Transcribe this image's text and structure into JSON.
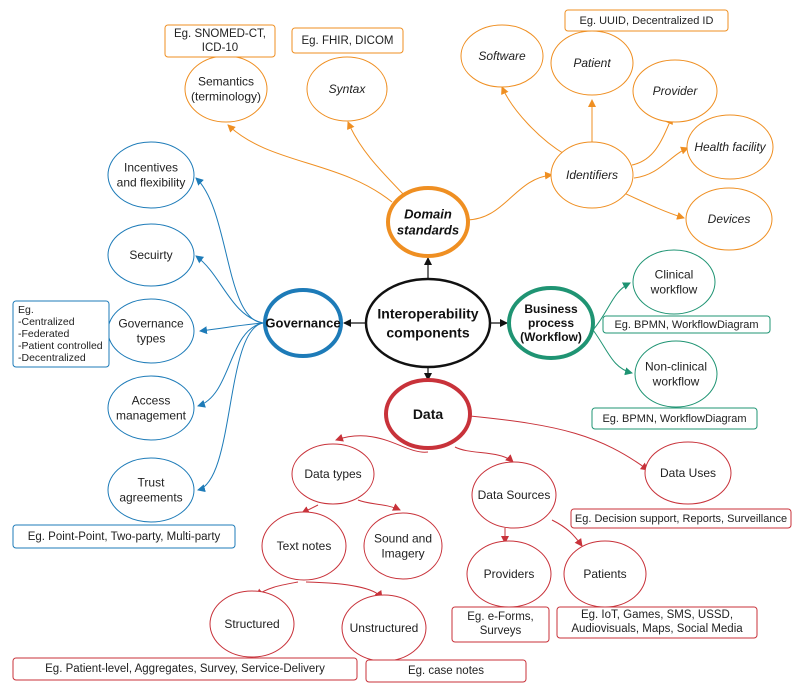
{
  "center": {
    "lines": [
      "Interoperability",
      "components"
    ]
  },
  "hubs": {
    "domain": {
      "lines": [
        "Domain",
        "standards"
      ]
    },
    "governance": {
      "lines": [
        "Governance"
      ]
    },
    "business": {
      "lines": [
        "Business",
        "process",
        "(Workflow)"
      ]
    },
    "data": {
      "lines": [
        "Data"
      ]
    }
  },
  "domain_nodes": {
    "semantics": {
      "lines": [
        "Semantics",
        "(terminology)"
      ],
      "note": [
        "Eg. SNOMED-CT,",
        "ICD-10"
      ]
    },
    "syntax": {
      "lines": [
        "Syntax"
      ],
      "note": [
        "Eg. FHIR, DICOM"
      ]
    },
    "identifiers": {
      "lines": [
        "Identifiers"
      ]
    },
    "software": {
      "lines": [
        "Software"
      ]
    },
    "patient": {
      "lines": [
        "Patient"
      ],
      "note": [
        "Eg. UUID, Decentralized ID"
      ]
    },
    "provider": {
      "lines": [
        "Provider"
      ]
    },
    "health_facility": {
      "lines": [
        "Health facility"
      ]
    },
    "devices": {
      "lines": [
        "Devices"
      ]
    }
  },
  "governance_nodes": {
    "incentives": {
      "lines": [
        "Incentives",
        "and flexibility"
      ]
    },
    "security": {
      "lines": [
        "Secuirty"
      ]
    },
    "gov_types": {
      "lines": [
        "Governance",
        "types"
      ],
      "note": [
        "Eg.",
        "-Centralized",
        "-Federated",
        "-Patient controlled",
        "-Decentralized"
      ]
    },
    "access": {
      "lines": [
        "Access",
        "management"
      ]
    },
    "trust": {
      "lines": [
        "Trust",
        "agreements"
      ],
      "note": [
        "Eg. Point-Point, Two-party, Multi-party"
      ]
    }
  },
  "business_nodes": {
    "clinical": {
      "lines": [
        "Clinical",
        "workflow"
      ],
      "note": [
        "Eg. BPMN, WorkflowDiagram"
      ]
    },
    "nonclinical": {
      "lines": [
        "Non-clinical",
        "workflow"
      ],
      "note": [
        "Eg. BPMN, WorkflowDiagram"
      ]
    }
  },
  "data_nodes": {
    "data_types": {
      "lines": [
        "Data types"
      ]
    },
    "data_sources": {
      "lines": [
        "Data Sources"
      ]
    },
    "data_uses": {
      "lines": [
        "Data Uses"
      ],
      "note": [
        "Eg. Decision support, Reports, Surveillance"
      ]
    },
    "text_notes": {
      "lines": [
        "Text notes"
      ]
    },
    "sound": {
      "lines": [
        "Sound and",
        "Imagery"
      ]
    },
    "providers": {
      "lines": [
        "Providers"
      ],
      "note": [
        "Eg. e-Forms,",
        "Surveys"
      ]
    },
    "patients": {
      "lines": [
        "Patients"
      ],
      "note": [
        "Eg. IoT, Games, SMS, USSD,",
        "Audiovisuals, Maps, Social Media"
      ]
    },
    "structured": {
      "lines": [
        "Structured"
      ],
      "note": [
        "Eg. Patient-level, Aggregates, Survey, Service-Delivery"
      ]
    },
    "unstructured": {
      "lines": [
        "Unstructured"
      ],
      "note": [
        "Eg. case notes"
      ]
    }
  },
  "colors": {
    "center": "#111111",
    "domain": "#ef8f22",
    "governance": "#1d7bb8",
    "business": "#1f9473",
    "data": "#c8323a"
  }
}
